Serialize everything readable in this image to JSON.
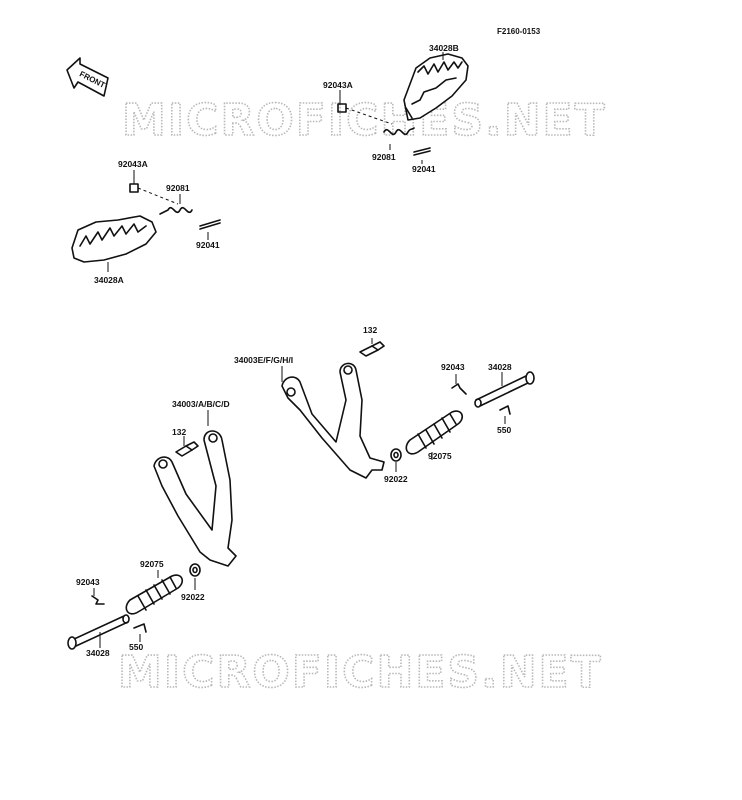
{
  "drawing_code": "F2160-0153",
  "front_label": "FRONT",
  "watermark": "MICROFICHES.NET",
  "labels": {
    "top_right_footpeg": "34028B",
    "top_right_bolt": "92043A",
    "top_right_spring": "92081",
    "top_right_pin": "92041",
    "top_left_bolt": "92043A",
    "top_left_spring": "92081",
    "top_left_pin": "92041",
    "top_left_footpeg": "34028A",
    "right_bracket": "34003E/F/G/H/I",
    "right_bolt": "132",
    "right_washer": "92022",
    "right_rubber": "92075",
    "right_clip": "92043",
    "right_peg": "34028",
    "right_cotter": "550",
    "left_bracket": "34003/A/B/C/D",
    "left_bolt": "132",
    "left_rubber": "92075",
    "left_washer": "92022",
    "left_clip": "92043",
    "left_peg": "34028",
    "left_cotter": "550"
  }
}
